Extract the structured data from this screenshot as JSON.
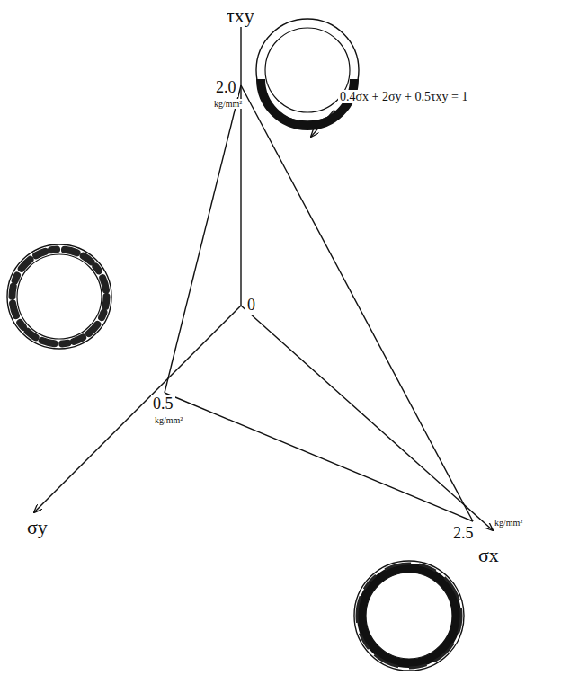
{
  "diagram": {
    "labels": [
      "τxy",
      "2.0",
      "kg/mm²",
      "0",
      "0.5",
      "kg/mm²",
      "σy",
      "2.5",
      "kg/mm²",
      "σx",
      "0.4σx + 2σy + 0.5τxy = 1"
    ]
  }
}
